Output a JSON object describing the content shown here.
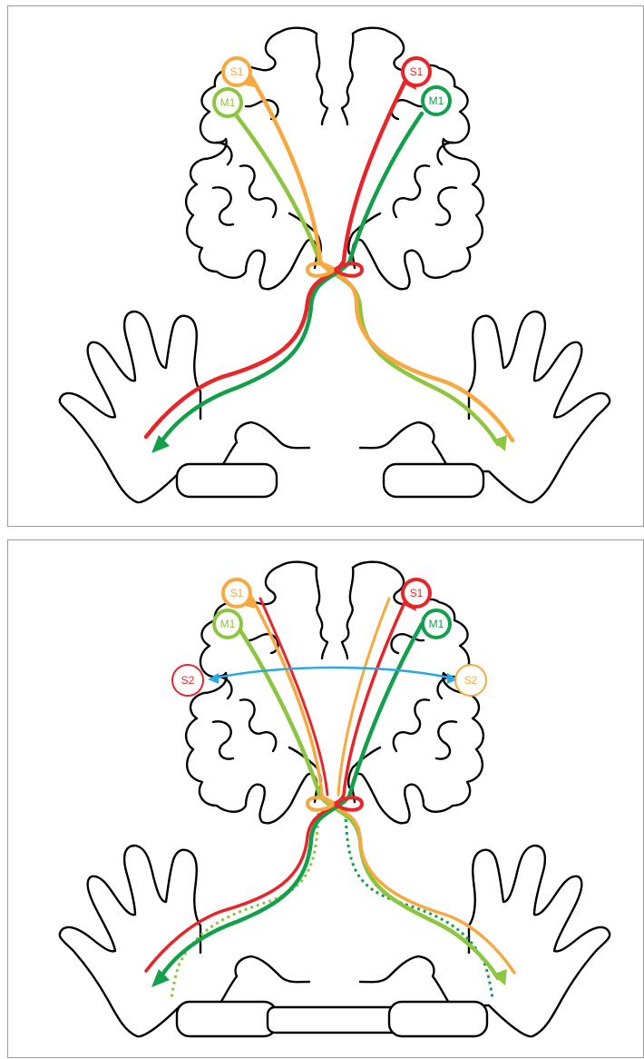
{
  "colors": {
    "red": "#e8262a",
    "orange": "#f7a940",
    "dark_green": "#12a04a",
    "light_green": "#8cc63f",
    "blue": "#2ba8e0",
    "outline": "#000000"
  },
  "top_panel": {
    "labels": {
      "left_s1": "S1",
      "left_m1": "M1",
      "right_s1": "S1",
      "right_m1": "M1"
    }
  },
  "bottom_panel": {
    "labels": {
      "left_s1": "S1",
      "left_m1": "M1",
      "right_s1": "S1",
      "right_m1": "M1",
      "left_s2": "S2",
      "right_s2": "S2"
    }
  }
}
